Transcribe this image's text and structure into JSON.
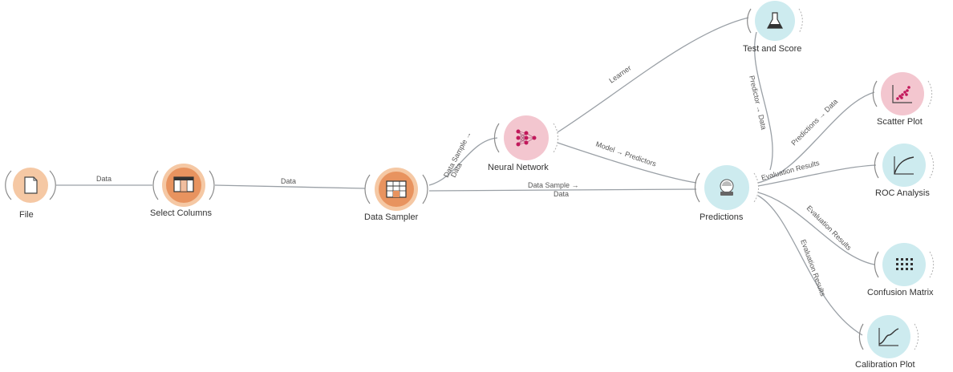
{
  "nodes": {
    "file": {
      "label": "File"
    },
    "select_columns": {
      "label": "Select Columns"
    },
    "data_sampler": {
      "label": "Data Sampler"
    },
    "neural_network": {
      "label": "Neural Network"
    },
    "test_and_score": {
      "label": "Test and Score"
    },
    "predictions": {
      "label": "Predictions"
    },
    "scatter_plot": {
      "label": "Scatter Plot"
    },
    "roc_analysis": {
      "label": "ROC Analysis"
    },
    "confusion_matrix": {
      "label": "Confusion Matrix"
    },
    "calibration_plot": {
      "label": "Calibration Plot"
    }
  },
  "links": {
    "file_select": "Data",
    "select_sampler": "Data",
    "sampler_nn_1": "Data Sample →",
    "sampler_nn_2": "Data",
    "sampler_pred_1": "Data Sample →",
    "sampler_pred_2": "Data",
    "nn_test": "Learner",
    "nn_pred": "Model → Predictors",
    "pred_test": "Predictor → Data",
    "pred_scatter": "Predictions → Data",
    "pred_roc": "Evaluation Results",
    "pred_confusion": "Evaluation Results",
    "pred_calibration": "Evaluation Results"
  },
  "colors": {
    "data_category": "#f5c8a4",
    "transform_category": "#e8935f",
    "model_category": "#f3c6cf",
    "evaluate_category": "#cdebef"
  }
}
